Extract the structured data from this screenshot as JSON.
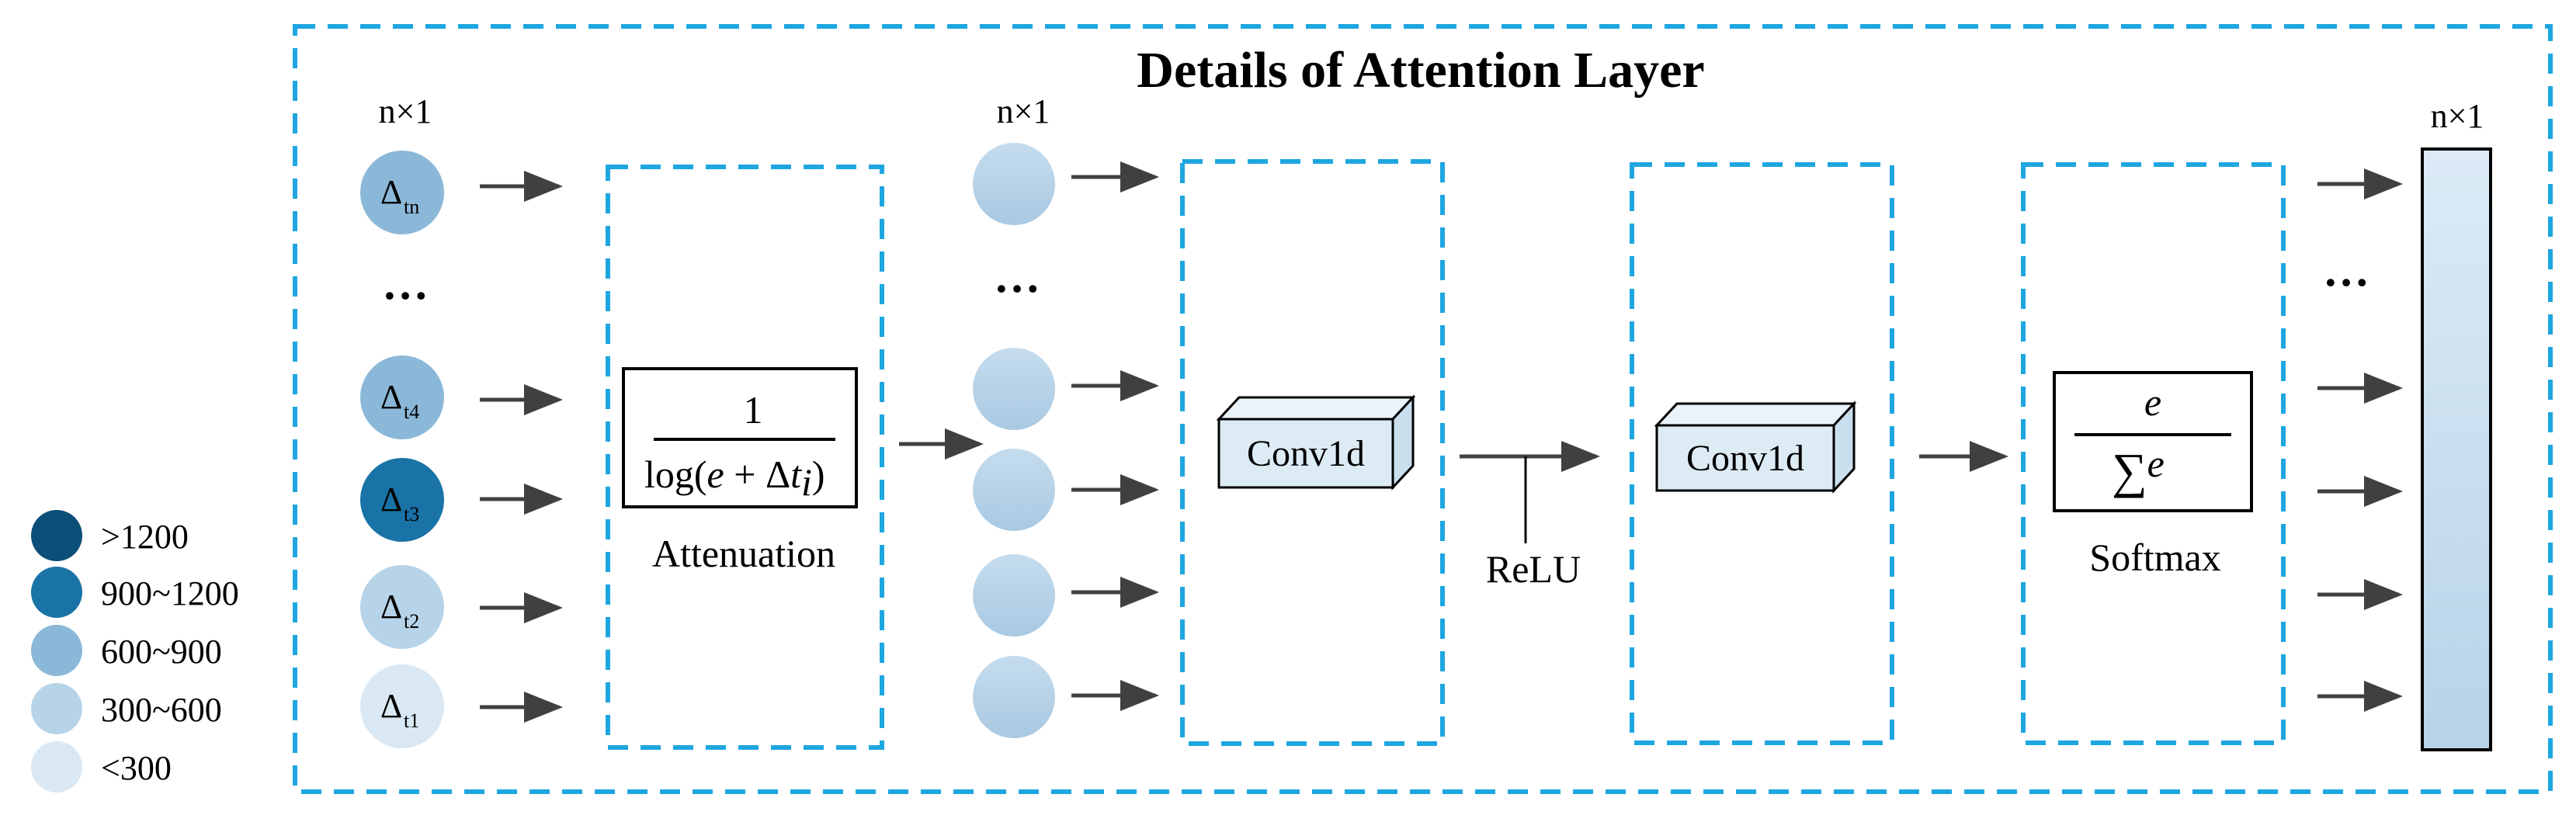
{
  "title": "Details of Attention Layer",
  "input_dims": "n×1",
  "mid_dims": "n×1",
  "output_dims": "n×1",
  "ellipsis": "…",
  "legend": [
    {
      "label": ">1200",
      "color": "#0b4f78"
    },
    {
      "label": "900~1200",
      "color": "#1a73a6"
    },
    {
      "label": "600~900",
      "color": "#8bb8d8"
    },
    {
      "label": "300~600",
      "color": "#b7d3e8"
    },
    {
      "label": "<300",
      "color": "#d9e8f3"
    }
  ],
  "inputs": [
    {
      "symbol": "Δ",
      "subscript": "tn",
      "color": "#8bb8d8"
    },
    {
      "symbol": "Δ",
      "subscript": "t4",
      "color": "#8bb8d8"
    },
    {
      "symbol": "Δ",
      "subscript": "t3",
      "color": "#1a73a6"
    },
    {
      "symbol": "Δ",
      "subscript": "t2",
      "color": "#b7d3e8"
    },
    {
      "symbol": "Δ",
      "subscript": "t1",
      "color": "#d9e8f3"
    }
  ],
  "attenuation": {
    "numerator": "1",
    "den_log": "log(",
    "den_e": "e",
    "den_plus": " + Δ",
    "den_t": "t",
    "den_sub": "i",
    "den_close": ")",
    "label": "Attenuation"
  },
  "conv1": {
    "label": "Conv1d"
  },
  "relu": {
    "label": "ReLU"
  },
  "conv2": {
    "label": "Conv1d"
  },
  "softmax": {
    "numerator": "e",
    "den_sigma": "∑",
    "den_e": "e",
    "label": "Softmax"
  },
  "colors": {
    "dashed_border": "#1ea6e0",
    "arrow": "#404040",
    "mid_circle": "#b7d3e8",
    "conv_face": "#dcebf4",
    "output_bar_top": "#dcebf6",
    "output_bar_bottom": "#b7d3e8"
  }
}
